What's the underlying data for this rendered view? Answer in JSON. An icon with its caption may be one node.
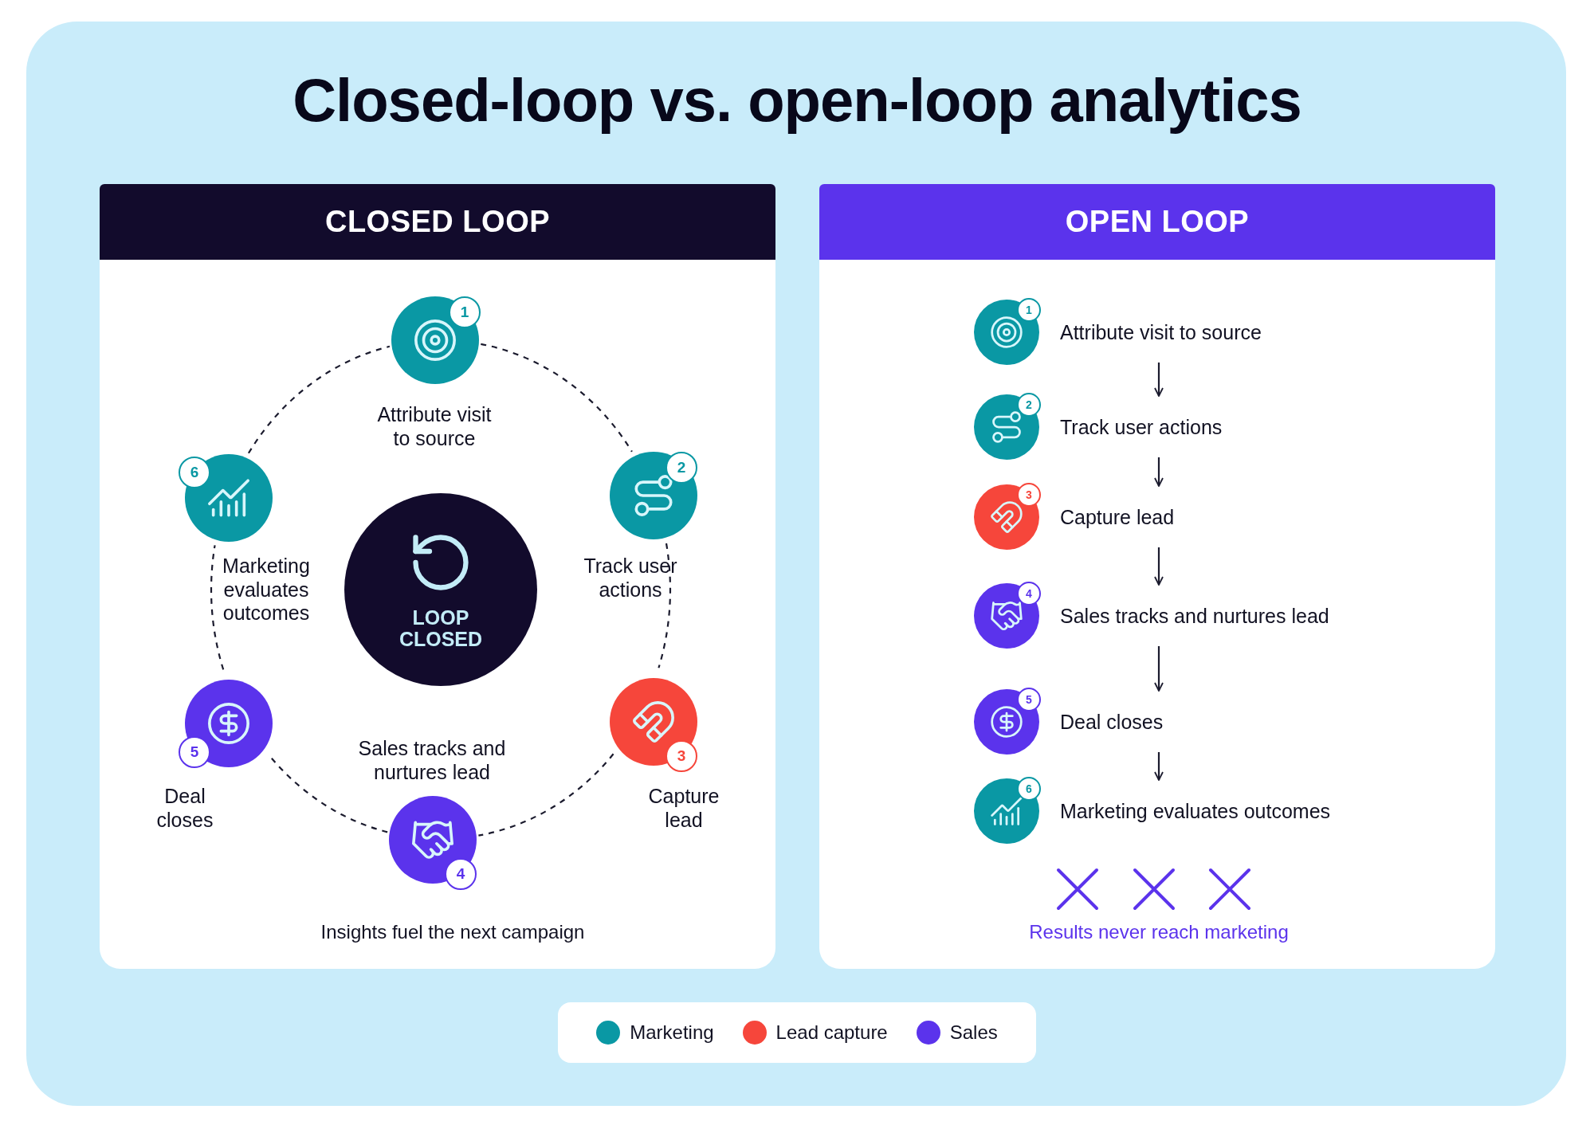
{
  "diagram": {
    "title": "Closed-loop vs. open-loop analytics",
    "nodes": [
      {
        "text": [
          "CLOSED LOOP"
        ]
      },
      {
        "text": [
          "1",
          "Attribute visit to source"
        ],
        "in": 0
      },
      {
        "text": [
          "2",
          "Track user actions"
        ],
        "in": 0
      },
      {
        "text": [
          "3",
          "Capture lead"
        ],
        "in": 0
      },
      {
        "text": [
          "Sales tracks and nurtures lead",
          "4"
        ],
        "in": 0
      },
      {
        "text": [
          "5",
          "Deal closes"
        ],
        "in": 0
      },
      {
        "text": [
          "6",
          "Marketing evaluates outcomes"
        ],
        "in": 0
      },
      {
        "text": [
          "LOOP CLOSED"
        ],
        "in": 0
      },
      {
        "text": [
          "OPEN LOOP"
        ]
      },
      {
        "text": [
          "1",
          "Attribute visit to source"
        ],
        "in": 8
      },
      {
        "text": [
          "2",
          "Track user actions"
        ],
        "in": 8
      },
      {
        "text": [
          "3",
          "Capture lead"
        ],
        "in": 8
      },
      {
        "text": [
          "4",
          "Sales tracks and nurtures lead"
        ],
        "in": 8
      },
      {
        "text": [
          "5",
          "Deal closes"
        ],
        "in": 8
      },
      {
        "text": [
          "6",
          "Marketing evaluates outcomes"
        ],
        "in": 8
      }
    ],
    "edges": [
      {
        "from": 1,
        "to": 2,
        "arrow": "none",
        "style": "dashed"
      },
      {
        "from": 2,
        "to": 3,
        "arrow": "none",
        "style": "dashed"
      },
      {
        "from": 3,
        "to": 4,
        "arrow": "none",
        "style": "dashed"
      },
      {
        "from": 4,
        "to": 5,
        "arrow": "none",
        "style": "dashed"
      },
      {
        "from": 5,
        "to": 6,
        "arrow": "none",
        "style": "dashed"
      },
      {
        "from": 6,
        "to": 1,
        "arrow": "none",
        "style": "dashed"
      },
      {
        "from": 9,
        "to": 10,
        "arrow": "to"
      },
      {
        "from": 10,
        "to": 11,
        "arrow": "to"
      },
      {
        "from": 11,
        "to": 12,
        "arrow": "to"
      },
      {
        "from": 12,
        "to": 13,
        "arrow": "to"
      },
      {
        "from": 13,
        "to": 14,
        "arrow": "to"
      }
    ],
    "labels": [
      "Insights fuel the next campaign",
      "Results never reach marketing"
    ],
    "legend": [
      {
        "text": "Marketing",
        "color": "#0a98a4"
      },
      {
        "text": "Lead capture",
        "color": "#f6463b"
      },
      {
        "text": "Sales",
        "color": "#5b33ec"
      }
    ]
  }
}
